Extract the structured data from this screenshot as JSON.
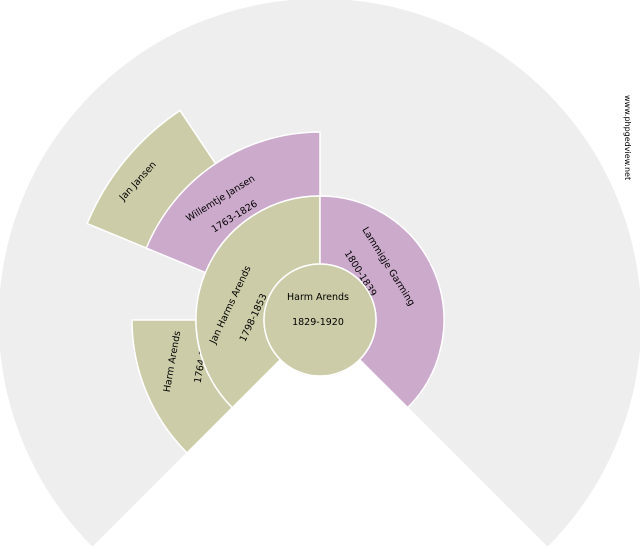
{
  "credit": "www.phpgedview.net",
  "colors": {
    "background": "#ffffff",
    "fan": "#eeeeee",
    "male": "#cccca8",
    "female": "#ccaacc",
    "stroke": "#ffffff"
  },
  "people": {
    "root": {
      "name": "Harm Arends",
      "dates": "1829-1920"
    },
    "father": {
      "name": "Jan Harms Arends",
      "dates": "1798-1853"
    },
    "mother": {
      "name": "Lammigje Garming",
      "dates": "1800-1839"
    },
    "paternal_grandfather": {
      "name": "Harm Arends",
      "dates": "1764-1800"
    },
    "paternal_grandmother": {
      "name": "Willemtje Jansen",
      "dates": "1763-1826"
    },
    "paternal_grandmother_father": {
      "name": "Jan Jansen",
      "dates": ""
    }
  }
}
